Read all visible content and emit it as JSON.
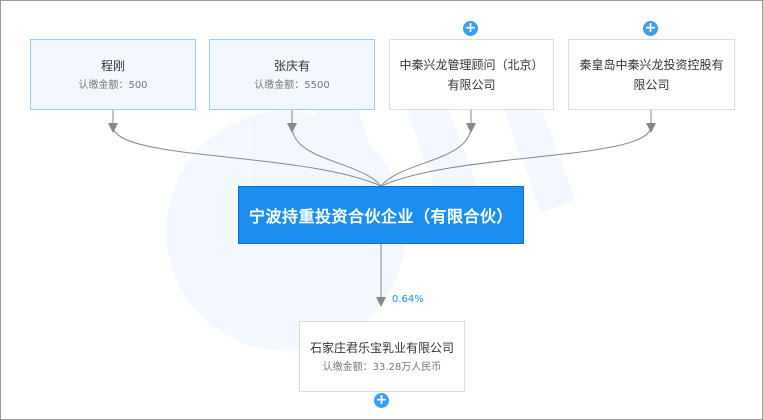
{
  "shareholders": [
    {
      "name": "程刚",
      "amount": "认缴金额：500",
      "style": "blue",
      "expandable": false
    },
    {
      "name": "张庆有",
      "amount": "认缴金额：5500",
      "style": "blue",
      "expandable": false
    },
    {
      "name": "中秦兴龙管理顾问（北京）有限公司",
      "amount": "",
      "style": "gray",
      "expandable": true
    },
    {
      "name": "秦皇岛中秦兴龙投资控股有限公司",
      "amount": "",
      "style": "gray",
      "expandable": true
    }
  ],
  "company": {
    "name": "宁波持重投资合伙企业（有限合伙）"
  },
  "investment": {
    "percentage": "0.64%",
    "name": "石家庄君乐宝乳业有限公司",
    "amount": "认缴金额：33.28万人民币",
    "expandable": true
  },
  "colors": {
    "accent": "#1b8ff0",
    "shareholder_fill": "#f2f8fd",
    "shareholder_border": "#9ccbf0",
    "connector": "#888888"
  },
  "icons": {
    "expand": "plus-circle-icon",
    "arrow": "arrow-down-icon"
  }
}
